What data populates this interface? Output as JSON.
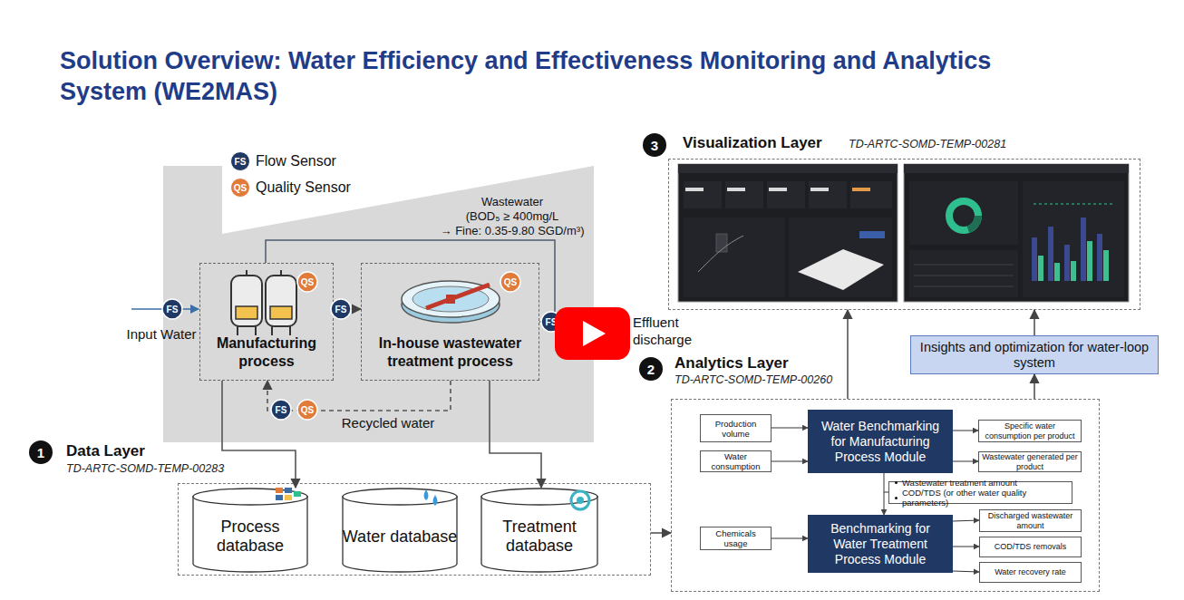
{
  "diagram": {
    "title": "Solution Overview: Water Efficiency and Effectiveness Monitoring and Analytics System (WE2MAS)",
    "nodes": [
      {
        "text": [
          "Manufacturing process"
        ]
      },
      {
        "text": [
          "In-house wastewater treatment process"
        ]
      },
      {
        "text": [
          "Data Layer",
          "TD-ARTC-SOMD-TEMP-00283"
        ]
      },
      {
        "text": [
          "Process database"
        ],
        "in": 2
      },
      {
        "text": [
          "Water database"
        ],
        "in": 2
      },
      {
        "text": [
          "Treatment database"
        ],
        "in": 2
      },
      {
        "text": [
          "Visualization Layer",
          "TD-ARTC-SOMD-TEMP-00281"
        ]
      },
      {
        "text": [
          "Insights and optimization for water-loop system"
        ]
      },
      {
        "text": [
          "Analytics Layer",
          "TD-ARTC-SOMD-TEMP-00260"
        ]
      },
      {
        "text": [
          "Production volume"
        ],
        "in": 8
      },
      {
        "text": [
          "Water Benchmarking for Manufacturing Process Module"
        ],
        "in": 8
      },
      {
        "text": [
          "Specific water consumption per product"
        ],
        "in": 8
      },
      {
        "text": [
          "Water consumption"
        ],
        "in": 8
      },
      {
        "text": [
          "Wastewater generated per product"
        ],
        "in": 8
      },
      {
        "text": [
          "Wastewater treatment amount",
          "COD/TDS (or other water quality parameters)"
        ],
        "in": 8
      },
      {
        "text": [
          "Chemicals usage"
        ],
        "in": 8
      },
      {
        "text": [
          "Benchmarking for Water Treatment Process Module"
        ],
        "in": 8
      },
      {
        "text": [
          "Discharged wastewater amount"
        ],
        "in": 8
      },
      {
        "text": [
          "COD/TDS removals"
        ],
        "in": 8
      },
      {
        "text": [
          "Water recovery rate"
        ],
        "in": 8
      }
    ],
    "edges": [
      {
        "from": 0,
        "to": 1,
        "arrow": "to"
      },
      {
        "from": 1,
        "to": 0,
        "label": "Recycled water",
        "arrow": "to"
      },
      {
        "from": 0,
        "to": 3,
        "arrow": "to"
      },
      {
        "from": 1,
        "to": 5,
        "arrow": "to"
      },
      {
        "from": 2,
        "to": 8,
        "arrow": "to"
      },
      {
        "from": 9,
        "to": 10,
        "arrow": "to"
      },
      {
        "from": 12,
        "to": 10,
        "arrow": "to"
      },
      {
        "from": 10,
        "to": 11,
        "arrow": "to"
      },
      {
        "from": 10,
        "to": 13,
        "arrow": "to"
      },
      {
        "from": 10,
        "to": 16,
        "arrow": "to"
      },
      {
        "from": 15,
        "to": 16,
        "arrow": "to"
      },
      {
        "from": 16,
        "to": 17,
        "arrow": "to"
      },
      {
        "from": 16,
        "to": 18,
        "arrow": "to"
      },
      {
        "from": 16,
        "to": 19,
        "arrow": "to"
      },
      {
        "from": 8,
        "to": 6,
        "arrow": "to"
      },
      {
        "from": 8,
        "to": 7,
        "arrow": "to"
      },
      {
        "from": 7,
        "to": 6,
        "arrow": "to"
      }
    ],
    "labels": [
      "FS",
      "QS",
      "Wastewater",
      "(BOD₅ ≥ 400mg/L",
      "→ Fine: 0.35-9.80 SGD/m³)",
      "FS",
      "Input Water",
      "QS",
      "FS",
      "QS",
      "FS",
      "Effluent discharge",
      "FS",
      "QS",
      "1",
      "2",
      "3"
    ],
    "legend": [
      {
        "text": "Flow Sensor",
        "color": "#1f3864"
      },
      {
        "text": "Quality Sensor",
        "color": "#e07b39"
      }
    ]
  }
}
